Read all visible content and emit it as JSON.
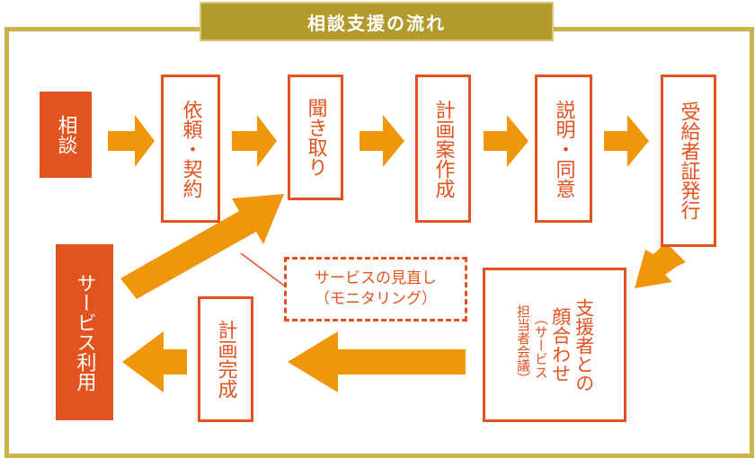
{
  "title": "相談支援の流れ",
  "steps": {
    "consult": "相談",
    "request": "依頼・契約",
    "hearing": "聞き取り",
    "plan_draft": "計画案作成",
    "explain": "説明・同意",
    "certificate": "受給者証発行",
    "meeting_main_1": "支援者との",
    "meeting_main_2": "顔合わせ",
    "meeting_sub_1": "（サービス",
    "meeting_sub_2": "担当者会議）",
    "plan_complete": "計画完成",
    "service_use": "サービス利用"
  },
  "review": {
    "line1": "サービスの見直し",
    "line2": "（モニタリング）"
  },
  "colors": {
    "accent": "#e2531f",
    "arrow": "#f0960a",
    "gold": "#b39a2c",
    "frame": "#c8b44a"
  }
}
